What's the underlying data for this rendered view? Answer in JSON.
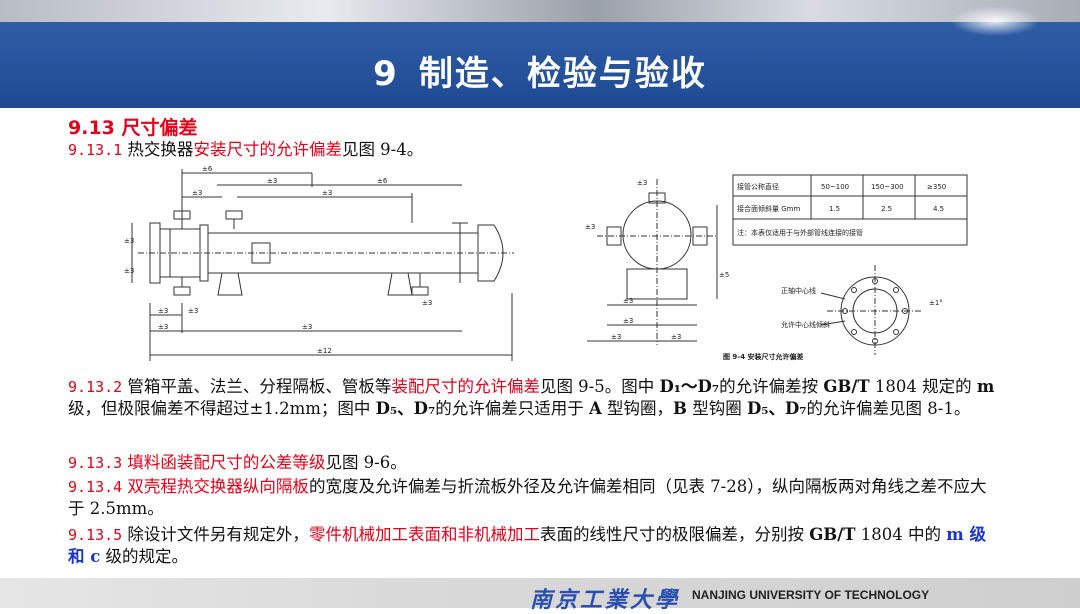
{
  "header": {
    "section_number": "9",
    "title": "制造、检验与验收"
  },
  "section": {
    "heading": "9.13 尺寸偏差"
  },
  "items": {
    "s1_num": "9.13.1",
    "s1_a": " 热交换器",
    "s1_red": "安装尺寸的允许偏差",
    "s1_b": "见图 9-4。",
    "s2_num": "9.13.2",
    "s2_a": " 管箱平盖、法兰、分程隔板、管板等",
    "s2_red": "装配尺寸的允许偏差",
    "s2_b": "见图 9-5。图中 ",
    "s2_d1": "D₁～D₇",
    "s2_c": "的允许偏差按 ",
    "s2_gbt": "GB/T",
    "s2_d": " 1804 规定的 ",
    "s2_m": "m",
    "s2_e": " 级，但极限偏差不得超过±1.2mm；图中 ",
    "s2_d5": "D₅、D₇",
    "s2_f": "的允许偏差只适用于 ",
    "s2_A": "A",
    "s2_g": " 型钩圈，",
    "s2_B": "B",
    "s2_h": " 型钩圈 ",
    "s2_d5b": "D₅、D₇",
    "s2_i": "的允许偏差见图 8-1。",
    "s3_num": "9.13.3",
    "s3_red": " 填料函装配尺寸的公差等级",
    "s3_b": "见图 9-6。",
    "s4_num": "9.13.4",
    "s4_red": " 双壳程热交换器纵向隔板",
    "s4_b": "的宽度及允许偏差与折流板外径及允许偏差相同（见表 7-28），纵向隔板两对角线之差不应大于 2.5mm。",
    "s5_num": "9.13.5",
    "s5_a": " 除设计文件另有规定外，",
    "s5_red": "零件机械加工表面和非机械加工",
    "s5_b": "表面的线性尺寸的极限偏差，分别按 ",
    "s5_gbt": "GB/T",
    "s5_c": " 1804 中的 ",
    "s5_m": "m 级和 c",
    "s5_d": " 级的规定。"
  },
  "figure_left": {
    "dims": [
      "±6",
      "±3",
      "±3",
      "±6",
      "±3",
      "±3",
      "±3",
      "±3",
      "±3",
      "±3",
      "±3",
      "±3",
      "±12"
    ]
  },
  "figure_right": {
    "dims": [
      "±3",
      "±3",
      "±3",
      "±3",
      "±5",
      "±3",
      "±3"
    ],
    "table": {
      "r1": [
        "接管公称直径",
        "50~100",
        "150~300",
        "≥350"
      ],
      "r2": [
        "接合面倾斜量 Gmm",
        "1.5",
        "2.5",
        "4.5"
      ],
      "note": "注：本表仅适用于与外部管线连接的接管"
    },
    "labels": {
      "center": "正轴中心线",
      "flange": "允许中心线倾斜",
      "angle": "±1°",
      "caption": "图 9-4    安装尺寸允许偏差"
    }
  },
  "footer": {
    "logo": "南京工業大學",
    "university": "NANJING UNIVERSITY OF TECHNOLOGY"
  },
  "colors": {
    "banner": "#1e4a93",
    "accent_red": "#e0001a",
    "accent_blue": "#1a35c8"
  }
}
